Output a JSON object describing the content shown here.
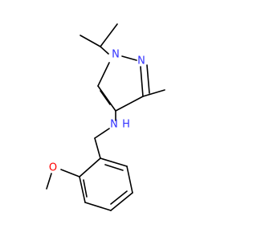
{
  "colors": {
    "background": "#ffffff",
    "bond": "#000000",
    "nitrogen": "#3333ff",
    "oxygen": "#ff0000"
  },
  "atoms": {
    "n1": {
      "label": "N",
      "color": "nitrogen"
    },
    "n2": {
      "label": "N",
      "color": "nitrogen"
    },
    "amine": {
      "label": "N",
      "color": "nitrogen"
    },
    "amine_h": {
      "label": "H",
      "color": "nitrogen"
    },
    "ether_o": {
      "label": "O",
      "color": "oxygen"
    }
  }
}
